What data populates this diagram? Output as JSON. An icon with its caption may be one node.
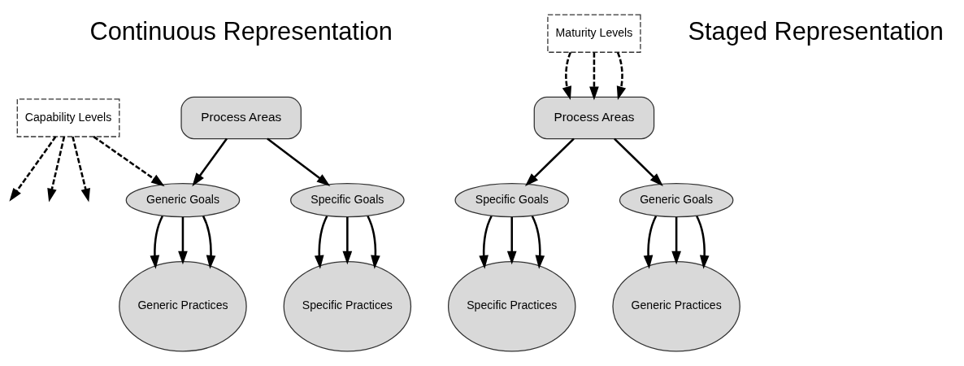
{
  "diagram": {
    "nodes": [
      {
        "text": [
          "Process Areas"
        ]
      },
      {
        "text": [
          "Specific Goals"
        ]
      },
      {
        "text": [
          "Generic Goals"
        ]
      },
      {
        "text": [
          "Capability Levels"
        ]
      },
      {
        "text": [
          "Specific Practices"
        ]
      },
      {
        "text": [
          "Generic Practices"
        ]
      },
      {
        "text": [
          "Maturity Levels"
        ]
      },
      {
        "text": [
          "Process Areas"
        ]
      },
      {
        "text": [
          "Specific Goals"
        ]
      },
      {
        "text": [
          "Generic Goals"
        ]
      },
      {
        "text": [
          "Specific Practices"
        ]
      },
      {
        "text": [
          "Generic Practices"
        ]
      }
    ],
    "edges": [
      {
        "from": 0,
        "to": 1,
        "arrow": "to"
      },
      {
        "from": 0,
        "to": 2,
        "arrow": "to"
      },
      {
        "from": 1,
        "to": 4,
        "arrow": "to"
      },
      {
        "from": 1,
        "to": 4,
        "arrow": "to"
      },
      {
        "from": 1,
        "to": 4,
        "arrow": "to"
      },
      {
        "from": 2,
        "to": 5,
        "arrow": "to"
      },
      {
        "from": 2,
        "to": 5,
        "arrow": "to"
      },
      {
        "from": 2,
        "to": 5,
        "arrow": "to"
      },
      {
        "from": 3,
        "to": 2,
        "arrow": "to",
        "style": "dashed"
      },
      {
        "from": 3,
        "to": null,
        "arrow": "to",
        "style": "dashed"
      },
      {
        "from": 3,
        "to": null,
        "arrow": "to",
        "style": "dashed"
      },
      {
        "from": 3,
        "to": null,
        "arrow": "to",
        "style": "dashed"
      },
      {
        "from": 6,
        "to": 7,
        "arrow": "to",
        "style": "dashed"
      },
      {
        "from": 6,
        "to": 7,
        "arrow": "to",
        "style": "dashed"
      },
      {
        "from": 6,
        "to": 7,
        "arrow": "to",
        "style": "dashed"
      },
      {
        "from": 7,
        "to": 8,
        "arrow": "to"
      },
      {
        "from": 7,
        "to": 9,
        "arrow": "to"
      },
      {
        "from": 8,
        "to": 10,
        "arrow": "to"
      },
      {
        "from": 8,
        "to": 10,
        "arrow": "to"
      },
      {
        "from": 8,
        "to": 10,
        "arrow": "to"
      },
      {
        "from": 9,
        "to": 11,
        "arrow": "to"
      },
      {
        "from": 9,
        "to": 11,
        "arrow": "to"
      },
      {
        "from": 9,
        "to": 11,
        "arrow": "to"
      }
    ],
    "labels": [
      "Continuous Representation",
      "Staged Representation"
    ]
  }
}
